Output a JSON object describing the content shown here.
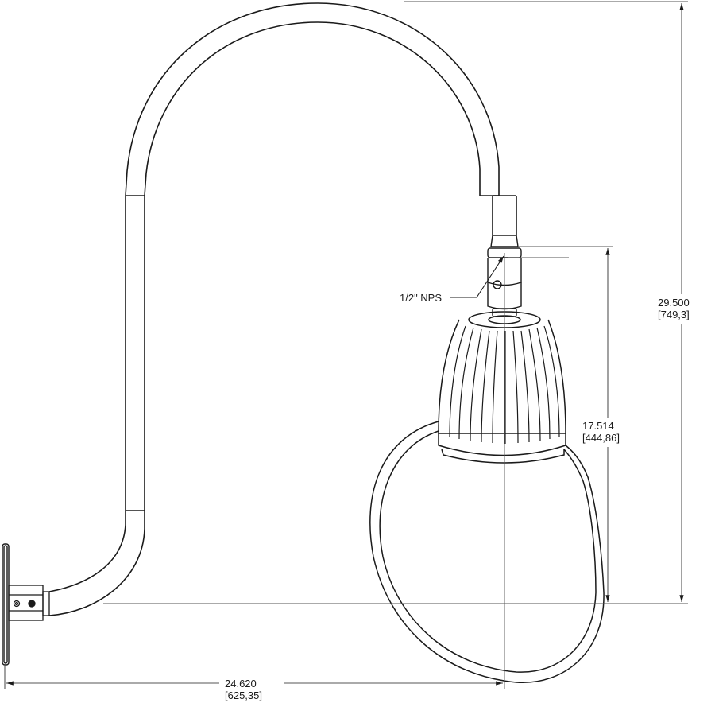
{
  "drawing": {
    "subject": "gooseneck wall-mount lamp",
    "line_color": "#1a1a1a",
    "dimension_line_color": "#555555",
    "background": "#ffffff"
  },
  "dimensions": {
    "overall_height": {
      "inches": "29.500",
      "mm": "[749,3]"
    },
    "shade_height": {
      "inches": "17.514",
      "mm": "[444,86]"
    },
    "overall_projection": {
      "inches": "24.620",
      "mm": "[625,35]"
    }
  },
  "callouts": {
    "thread": "1/2\" NPS"
  }
}
